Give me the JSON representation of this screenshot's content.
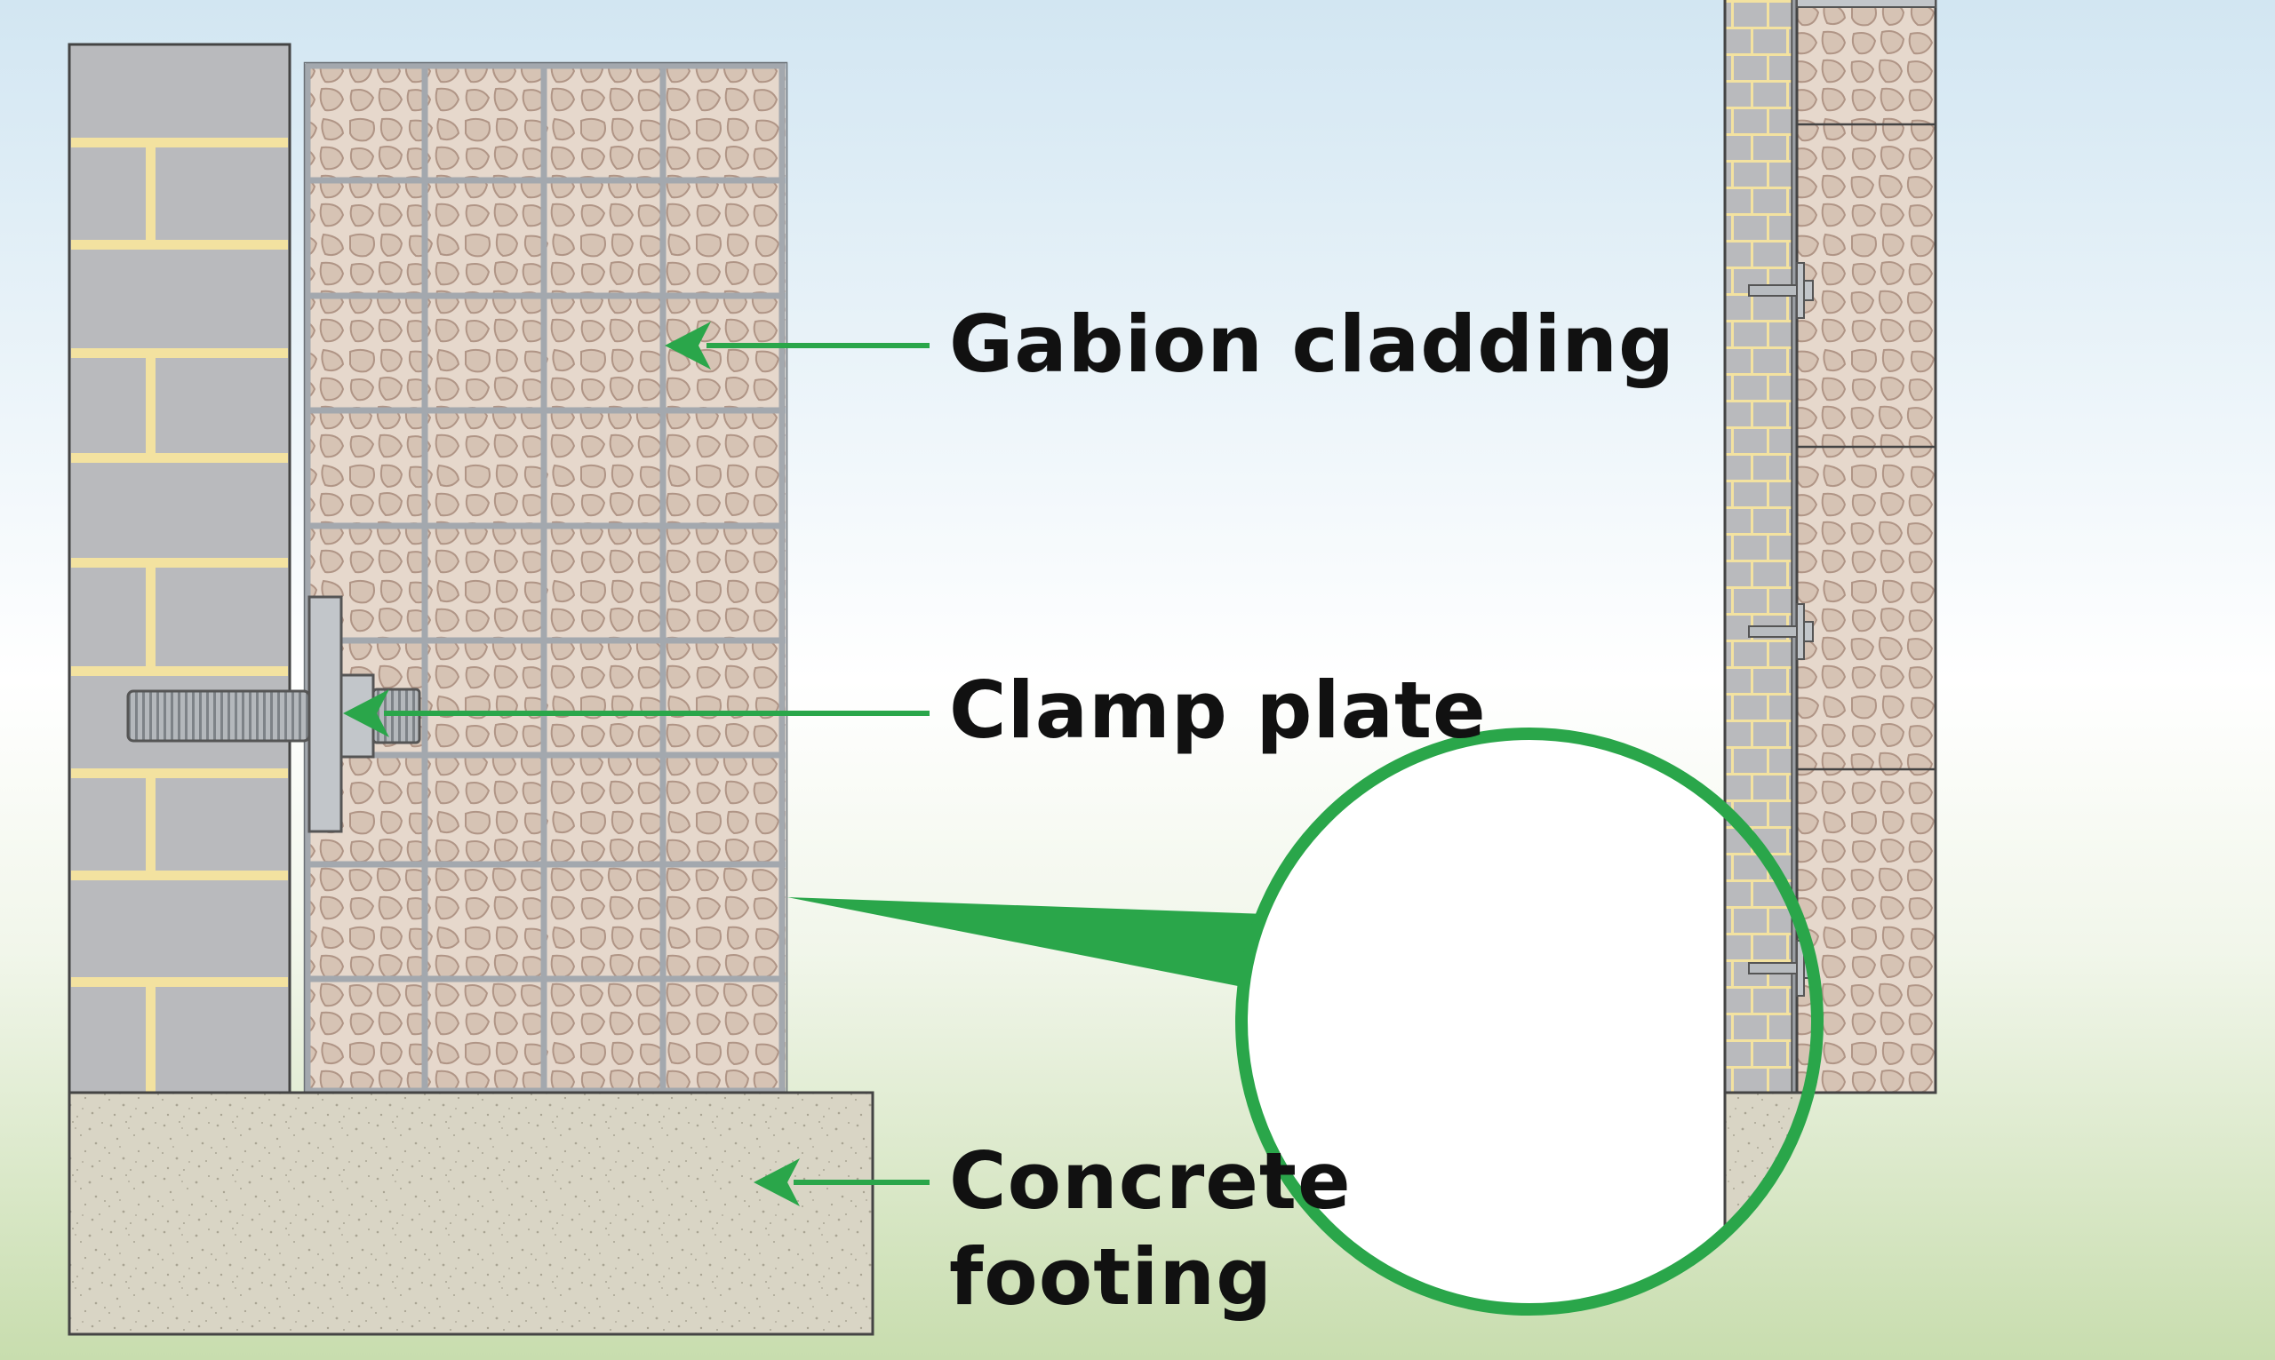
{
  "labels": {
    "gabion_cladding": "Gabion cladding",
    "clamp_plate": "Clamp plate",
    "concrete_line1": "Concrete",
    "concrete_line2": "footing"
  },
  "colors": {
    "sky_top": "#d2e6f2",
    "sky_mid": "#ffffff",
    "ground_bottom": "#c8ddae",
    "block": "#b9babd",
    "mortar": "#f3e2a0",
    "stone_fill": "#dccbbd",
    "stone_line": "#b29a8c",
    "mesh": "#a3a8ae",
    "concrete": "#d8d4c4",
    "leader_green": "#2aa64a",
    "outline": "#444444"
  }
}
